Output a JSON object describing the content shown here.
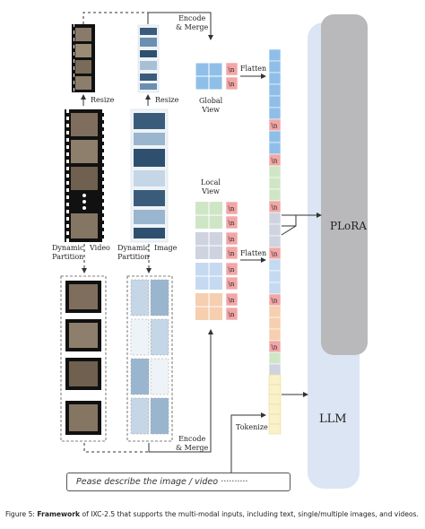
{
  "labels": {
    "encode_merge_top": "Encode\n& Merge",
    "resize_left": "Resize",
    "resize_right": "Resize",
    "global_view": "Global\nView",
    "local_view": "Local\nView",
    "flatten_top": "Flatten",
    "flatten_mid": "Flatten",
    "dynamic_partition_left": "Dynamic\nPartition",
    "video": "Video",
    "dynamic_partition_right": "Dynamic\nPartition",
    "image": "Image",
    "encode_merge_bottom": "Encode\n& Merge",
    "tokenize": "Tokenize",
    "newline_token": "\\n",
    "plora": "PLoRA",
    "llm": "LLM"
  },
  "prompt": "Pease describe the image / video ··········",
  "caption": {
    "prefix": "Figure 5: ",
    "bold": "Framework",
    "rest": " of IXC-2.5 that supports the multi-modal inputs, including text, single/multiple images, and videos."
  },
  "colors": {
    "global_blue": "#8fbfe8",
    "local_green": "#cfe6c6",
    "local_gray": "#cfd3e0",
    "local_blue": "#c5daf0",
    "local_orange": "#f5cfb0",
    "newline_pink": "#f2a6a6",
    "text_token_yellow": "#fbf1c9",
    "llm_blue": "#dbe5f4",
    "plora_gray": "#b9b9bb"
  }
}
